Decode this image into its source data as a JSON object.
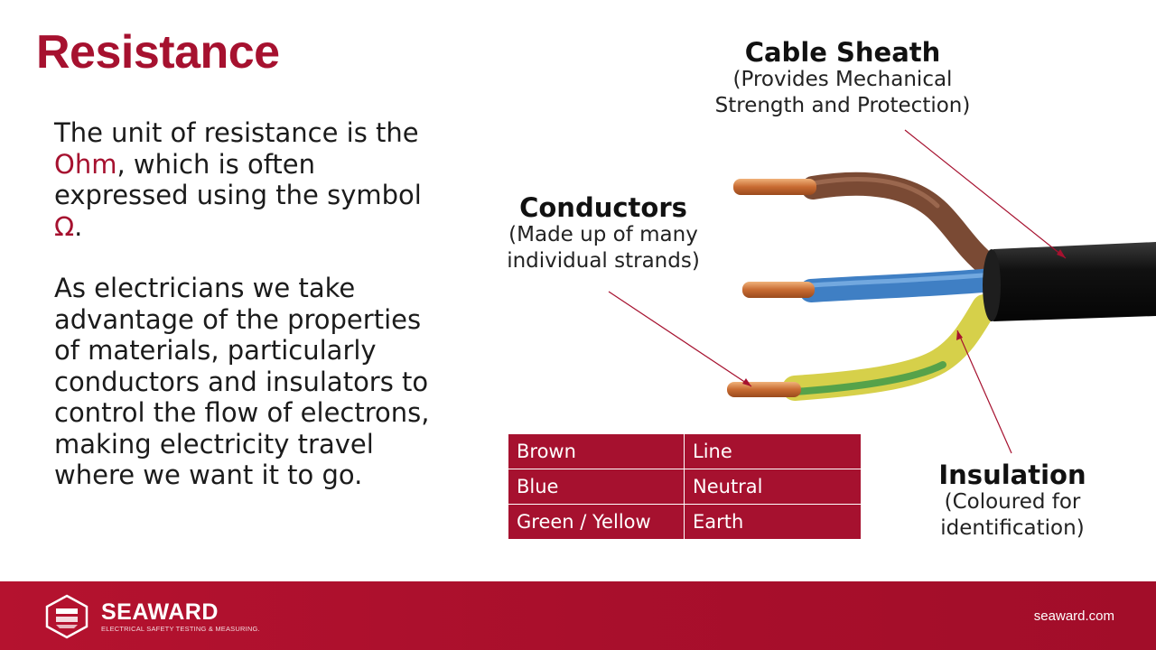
{
  "slide": {
    "title": "Resistance",
    "para1": {
      "text_before": "The unit of resistance is the ",
      "ohm": "Ohm",
      "text_middle": ", which is often expressed using the symbol ",
      "symbol": "Ω",
      "text_after": "."
    },
    "para2": "As electricians we take advantage of the properties of materials, particularly conductors and insulators to control the flow of electrons, making electricity travel where we want it to go."
  },
  "labels": {
    "sheath": {
      "head": "Cable Sheath",
      "line1": "(Provides Mechanical",
      "line2": "Strength and Protection)"
    },
    "conductors": {
      "head": "Conductors",
      "line1": "(Made up of many",
      "line2": "individual strands)"
    },
    "insulation": {
      "head": "Insulation",
      "line1": "(Coloured for",
      "line2": "identification)"
    }
  },
  "color_table": {
    "rows": [
      {
        "colour": "Brown",
        "function": "Line"
      },
      {
        "colour": "Blue",
        "function": "Neutral"
      },
      {
        "colour": "Green / Yellow",
        "function": "Earth"
      }
    ]
  },
  "footer": {
    "brand": "SEAWARD",
    "tagline": "ELECTRICAL SAFETY TESTING & MEASURING.",
    "url": "seaward.com"
  },
  "colors": {
    "accent": "#a6112f",
    "footer": "#ab102d"
  }
}
